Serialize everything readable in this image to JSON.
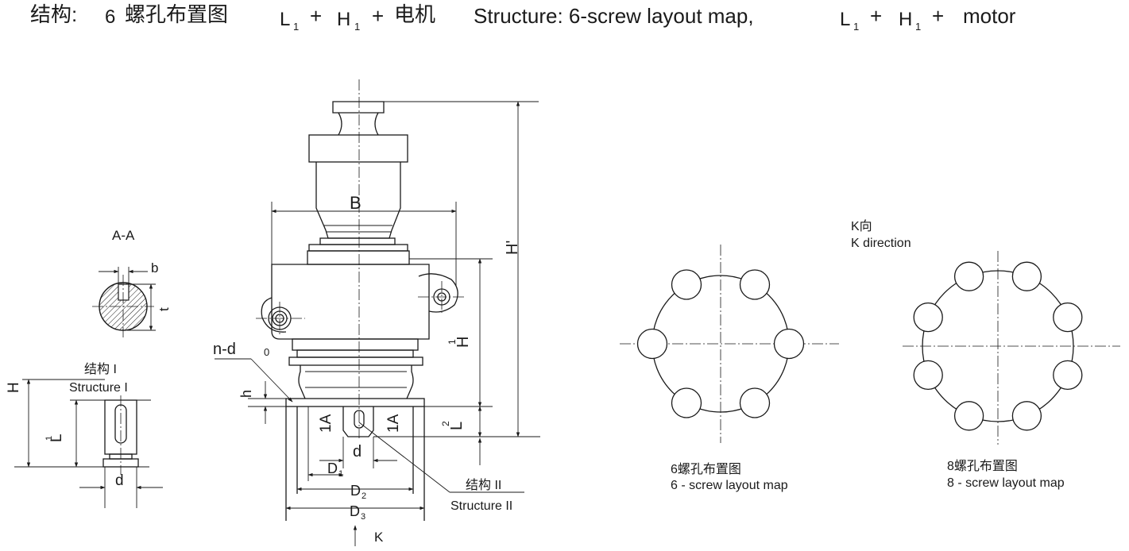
{
  "title": {
    "cn_prefix": "结构:",
    "cn_num": "6",
    "cn_text": "螺孔布置图",
    "L": "L",
    "H": "H",
    "sub": "1",
    "plus": "+",
    "motor_cn": "电机",
    "en_pre": "Structure: 6-screw layout map, ",
    "en_motor": "motor"
  },
  "section_aa": {
    "label": "A-A",
    "b": "b",
    "t": "t"
  },
  "structure1": {
    "cn": "结构 I",
    "en": "Structure  I",
    "H": "H",
    "L": "L",
    "L_sub": "1",
    "d": "d"
  },
  "main": {
    "B": "B",
    "H_prime": "H'",
    "H": "H",
    "H_sub": "1",
    "L": "L",
    "L_sub": "2",
    "n_d": "n-d",
    "n_d_sub": "0",
    "h": "h",
    "section_mark": "1A",
    "d": "d",
    "D": "D",
    "D1_sub": "1",
    "D2_sub": "2",
    "D3_sub": "3",
    "K": "K"
  },
  "structure2": {
    "cn": "结构 II",
    "en": "Structure  II"
  },
  "k_direction": {
    "cn": "K向",
    "en": "K direction"
  },
  "layout6": {
    "cn": "6螺孔布置图",
    "en": "6 - screw layout map",
    "hole_count": 6
  },
  "layout8": {
    "cn": "8螺孔布置图",
    "en": "8 - screw layout map",
    "hole_count": 8
  }
}
